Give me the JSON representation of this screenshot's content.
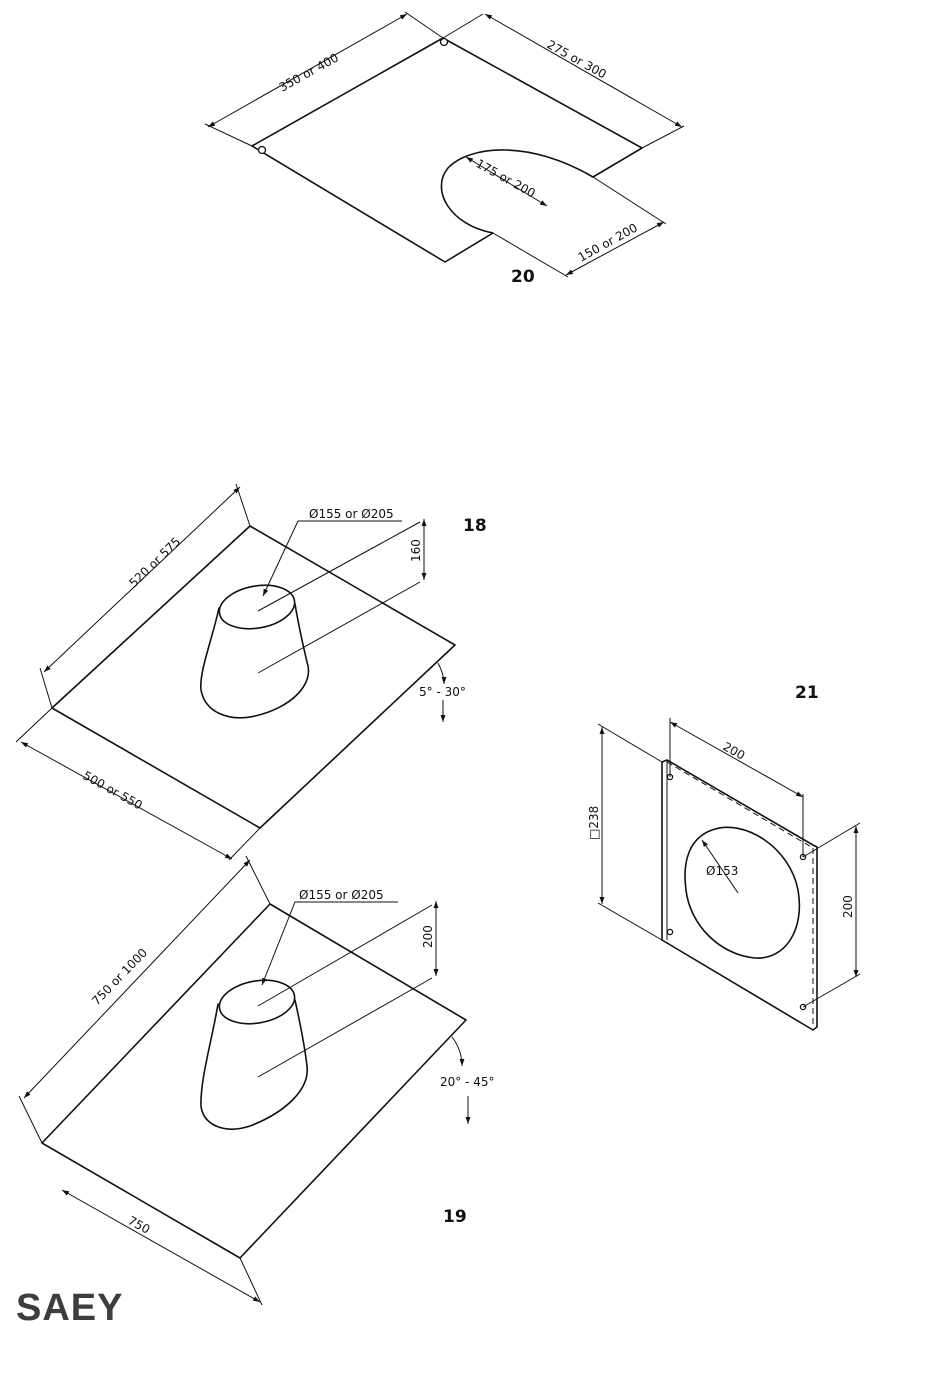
{
  "brand": {
    "logo_text": "SAEY"
  },
  "figures": {
    "fig20": {
      "number": "20",
      "dims": {
        "left_edge": "350 or 400",
        "right_edge": "275 or 300",
        "radius": "175 or 200",
        "notch": "150 or 200"
      }
    },
    "fig18": {
      "number": "18",
      "dims": {
        "diameter": "Ø155 or Ø205",
        "height": "160",
        "length": "520 or 575",
        "width": "500 or 550",
        "angle": "5° - 30°"
      }
    },
    "fig19": {
      "number": "19",
      "dims": {
        "diameter": "Ø155 or Ø205",
        "height": "200",
        "length": "750 or 1000",
        "width": "750",
        "angle": "20° - 45°"
      }
    },
    "fig21": {
      "number": "21",
      "dims": {
        "top": "200",
        "square": "□238",
        "hole": "Ø153",
        "right": "200"
      }
    }
  },
  "colors": {
    "line": "#111111",
    "logo": "#3d3d3d",
    "background": "#ffffff"
  }
}
